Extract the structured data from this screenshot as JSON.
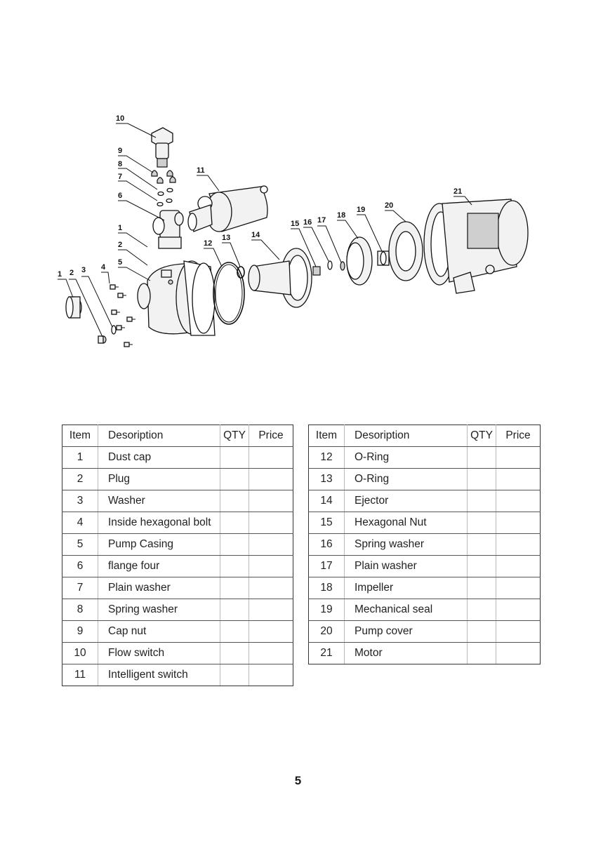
{
  "diagram": {
    "callouts": [
      "1",
      "2",
      "3",
      "4",
      "5",
      "6",
      "7",
      "8",
      "9",
      "10",
      "11",
      "12",
      "13",
      "14",
      "15",
      "16",
      "17",
      "18",
      "19",
      "20",
      "21",
      "1",
      "2"
    ]
  },
  "tables": {
    "header": {
      "item": "Item",
      "description": "Desoription",
      "qty": "QTY",
      "price": "Price"
    },
    "left_rows": [
      {
        "item": "1",
        "description": "Dust cap"
      },
      {
        "item": "2",
        "description": "Plug"
      },
      {
        "item": "3",
        "description": "Washer"
      },
      {
        "item": "4",
        "description": "Inside hexagonal bolt"
      },
      {
        "item": "5",
        "description": "Pump Casing"
      },
      {
        "item": "6",
        "description": "flange four"
      },
      {
        "item": "7",
        "description": "Plain washer"
      },
      {
        "item": "8",
        "description": "Spring washer"
      },
      {
        "item": "9",
        "description": "Cap nut"
      },
      {
        "item": "10",
        "description": "Flow switch"
      },
      {
        "item": "11",
        "description": "Intelligent switch"
      }
    ],
    "right_rows": [
      {
        "item": "12",
        "description": "O-Ring"
      },
      {
        "item": "13",
        "description": "O-Ring"
      },
      {
        "item": "14",
        "description": "Ejector"
      },
      {
        "item": "15",
        "description": "Hexagonal Nut"
      },
      {
        "item": "16",
        "description": "Spring washer"
      },
      {
        "item": "17",
        "description": "Plain washer"
      },
      {
        "item": "18",
        "description": "Impeller"
      },
      {
        "item": "19",
        "description": "Mechanical seal"
      },
      {
        "item": "20",
        "description": "Pump cover"
      },
      {
        "item": "21",
        "description": "Motor"
      }
    ]
  },
  "page_number": "5"
}
